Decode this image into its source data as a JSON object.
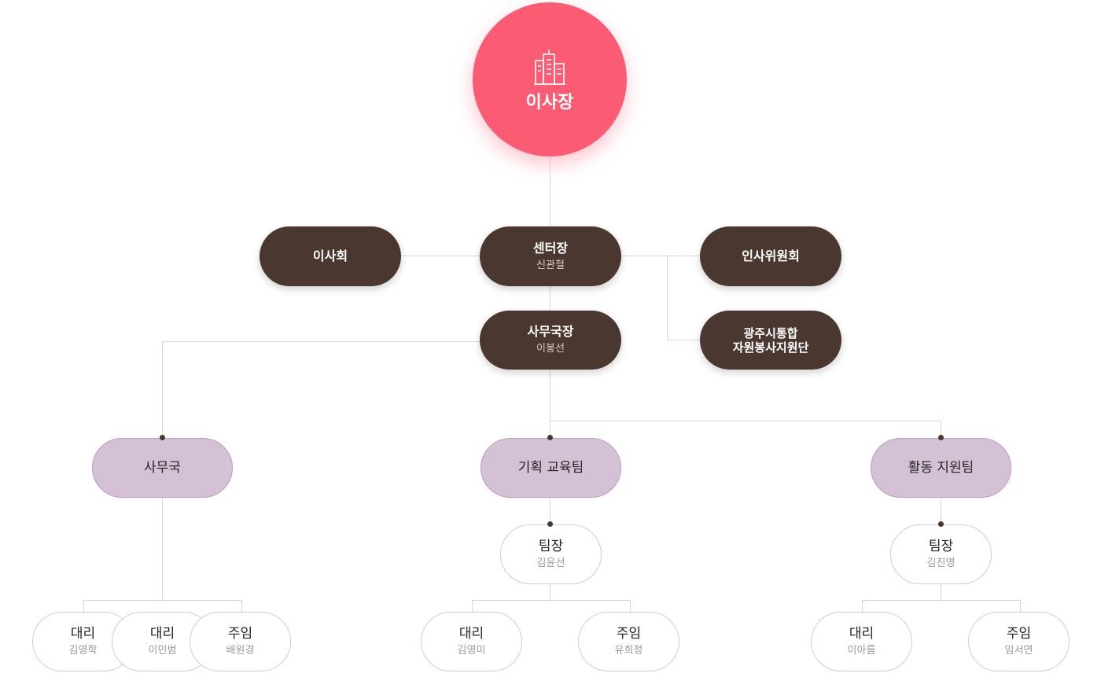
{
  "root": {
    "title": "이사장",
    "icon": "building-icon",
    "color": "#fc5c73"
  },
  "board": {
    "title": "이사회"
  },
  "director": {
    "title": "센터장",
    "name": "신관철"
  },
  "hr_committee": {
    "title": "인사위원회"
  },
  "volunteer_group": {
    "line1": "광주시통합",
    "line2": "자원봉사지원단"
  },
  "secretary_general": {
    "title": "사무국장",
    "name": "이봉선"
  },
  "teams": [
    {
      "title": "사무국"
    },
    {
      "title": "기획 교육팀"
    },
    {
      "title": "활동 지원팀"
    }
  ],
  "team_leaders": [
    {
      "title": "팀장",
      "name": "김윤선"
    },
    {
      "title": "팀장",
      "name": "김진영"
    }
  ],
  "staff": [
    {
      "title": "대리",
      "name": "김영학"
    },
    {
      "title": "대리",
      "name": "이민범"
    },
    {
      "title": "주임",
      "name": "배원경"
    },
    {
      "title": "대리",
      "name": "김영미"
    },
    {
      "title": "주임",
      "name": "유희정"
    },
    {
      "title": "대리",
      "name": "이아름"
    },
    {
      "title": "주임",
      "name": "임서연"
    }
  ],
  "colors": {
    "dark": "#4a3830",
    "purple": "#d4c1d6",
    "accent": "#fc5c73",
    "line": "#d6d6d6"
  }
}
